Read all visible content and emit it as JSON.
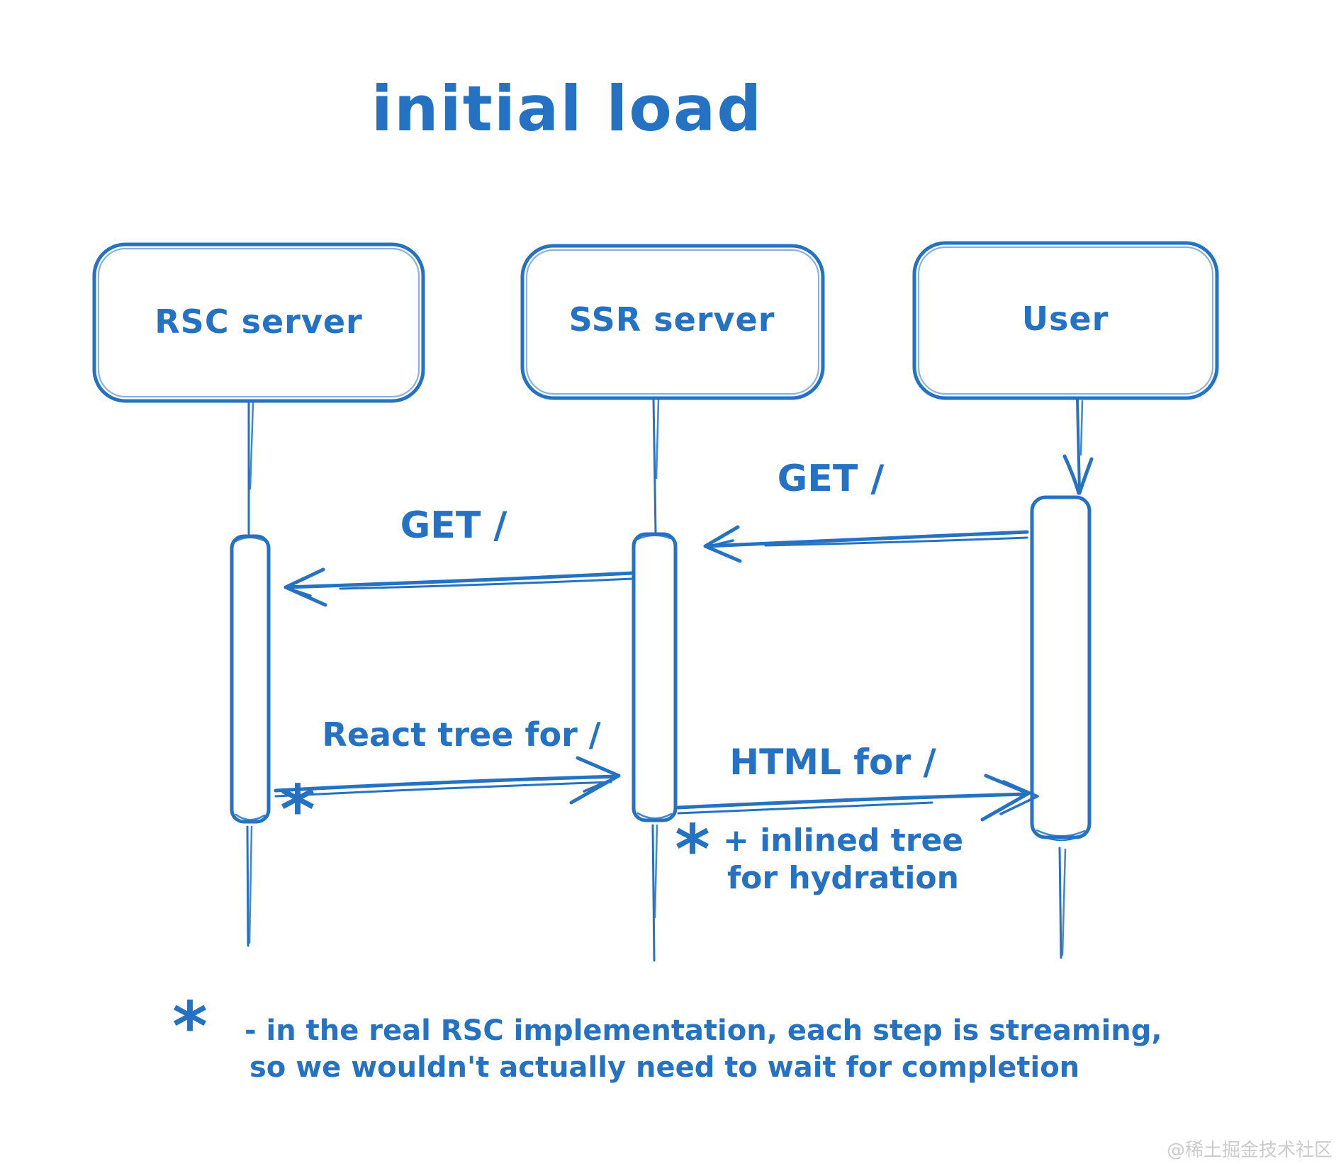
{
  "title": "initial load",
  "colors": {
    "ink": "#2571c2",
    "watermark": "#cbcbcb",
    "background": "#ffffff"
  },
  "actors": [
    {
      "id": "rsc",
      "label": "RSC server"
    },
    {
      "id": "ssr",
      "label": "SSR server"
    },
    {
      "id": "user",
      "label": "User"
    }
  ],
  "messages": {
    "get_user_ssr": {
      "label": "GET /",
      "from": "User",
      "to": "SSR server"
    },
    "get_ssr_rsc": {
      "label": "GET /",
      "from": "SSR server",
      "to": "RSC server"
    },
    "react_tree": {
      "label": "React tree for /",
      "from": "RSC server",
      "to": "SSR server",
      "marker": "*"
    },
    "html_for": {
      "label": "HTML for /",
      "from": "SSR server",
      "to": "User",
      "marker": "*",
      "note_line1": "+ inlined tree",
      "note_line2": "for hydration"
    }
  },
  "footnote": {
    "marker": "*",
    "line1": "- in the real RSC implementation, each step is streaming,",
    "line2": "so we wouldn't actually need to wait for completion"
  },
  "watermark": "@稀土掘金技术社区"
}
